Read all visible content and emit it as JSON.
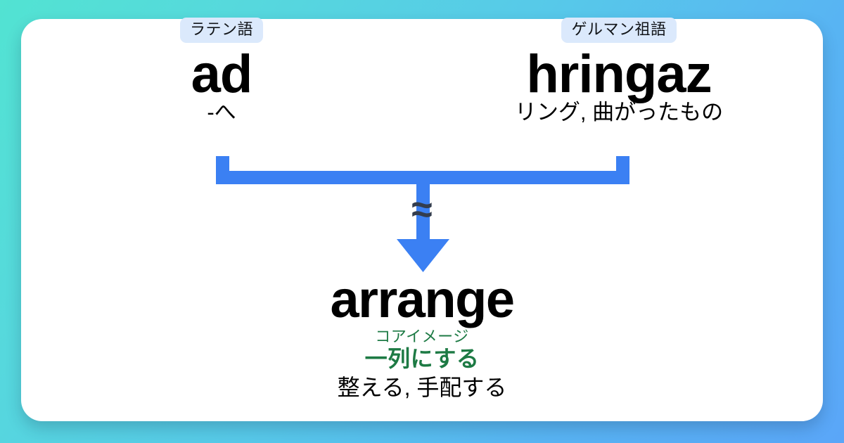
{
  "theme": {
    "bg_gradient_start": "#52e3d2",
    "bg_gradient_end": "#5aa6f8",
    "card_bg": "#ffffff",
    "badge_bg": "#dbe9fc",
    "connector_blue": "#3b80f3",
    "core_green": "#1d7a44",
    "approx_color": "#333d4e",
    "text_color": "#000000"
  },
  "sources": [
    {
      "badge": "ラテン語",
      "word": "ad",
      "gloss": "-へ"
    },
    {
      "badge": "ゲルマン祖語",
      "word": "hringaz",
      "gloss": "リング, 曲がったもの"
    }
  ],
  "connector": {
    "approx_symbol": "≈",
    "arrow_direction": "down"
  },
  "result": {
    "word": "arrange",
    "core_label": "コアイメージ",
    "core_meaning": "一列にする",
    "gloss": "整える, 手配する"
  }
}
